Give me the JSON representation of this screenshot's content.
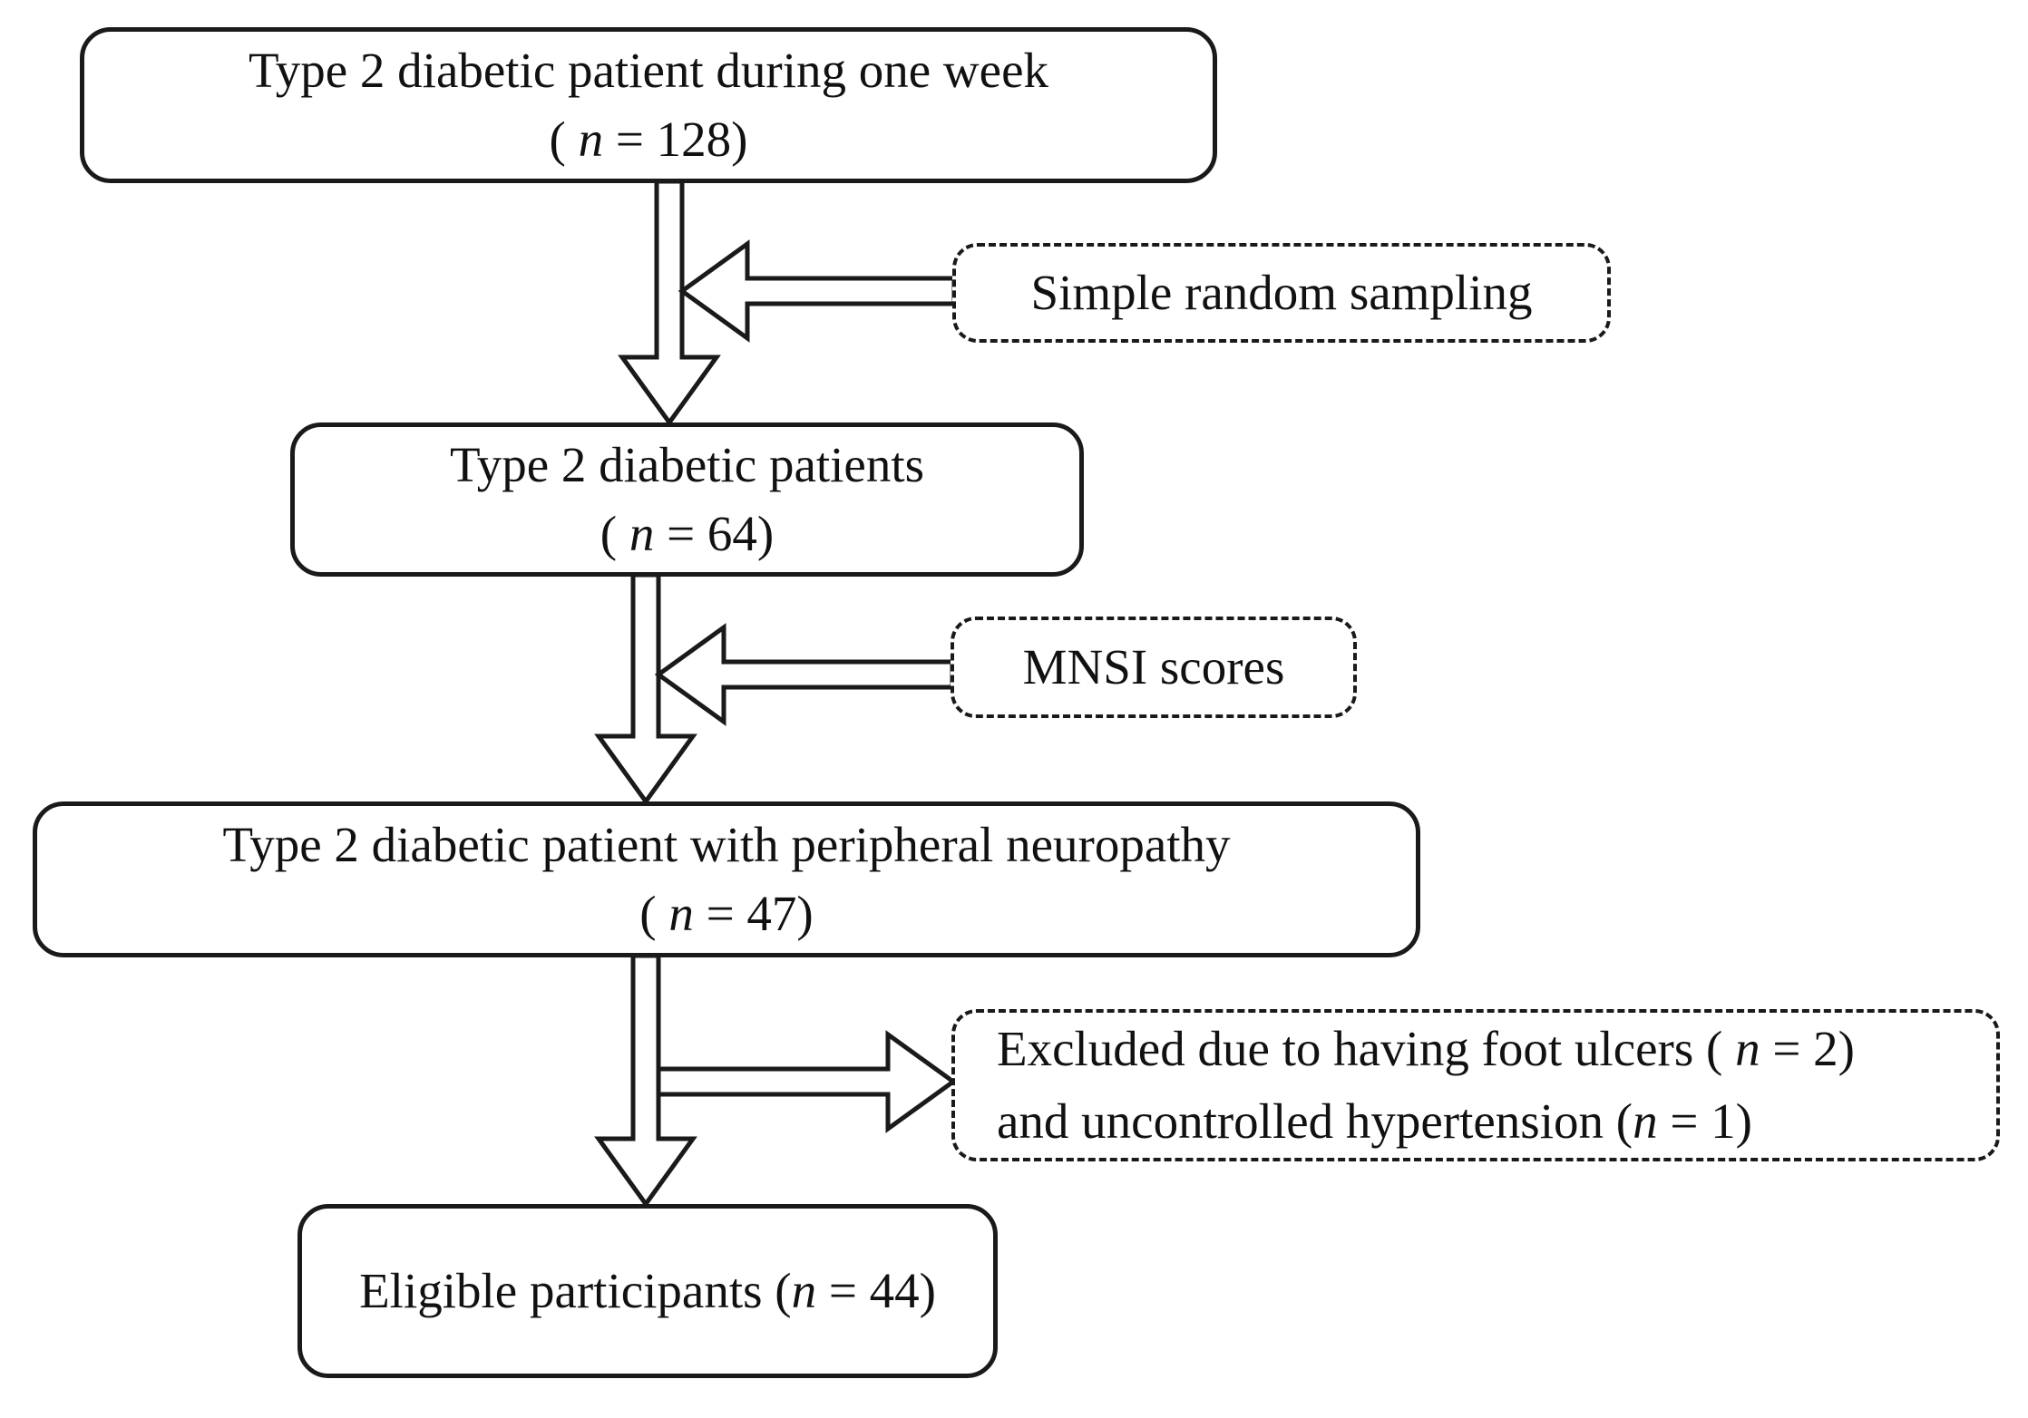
{
  "colors": {
    "line": "#1a1a1a",
    "text": "#111111",
    "background": "#ffffff"
  },
  "flow": {
    "boxes": [
      {
        "line1": "Type 2 diabetic patient during one week",
        "n_prefix": "( ",
        "n_italic": "n",
        "n_suffix": " = 128)"
      },
      {
        "line1": "Type 2 diabetic patients",
        "n_prefix": "( ",
        "n_italic": "n",
        "n_suffix": " = 64)"
      },
      {
        "line1": "Type 2 diabetic patient with peripheral neuropathy",
        "n_prefix": "( ",
        "n_italic": "n",
        "n_suffix": " = 47)"
      },
      {
        "prefix": "Eligible participants (",
        "n_italic": "n",
        "suffix": " = 44)"
      }
    ],
    "side_boxes": [
      {
        "label": "Simple random sampling"
      },
      {
        "label": "MNSI scores"
      },
      {
        "line1_prefix": "Excluded due to having foot ulcers ( ",
        "line1_n": "n",
        "line1_suffix": " = 2)",
        "line2_prefix": "and uncontrolled hypertension (",
        "line2_n": "n",
        "line2_suffix": " = 1)"
      }
    ]
  }
}
